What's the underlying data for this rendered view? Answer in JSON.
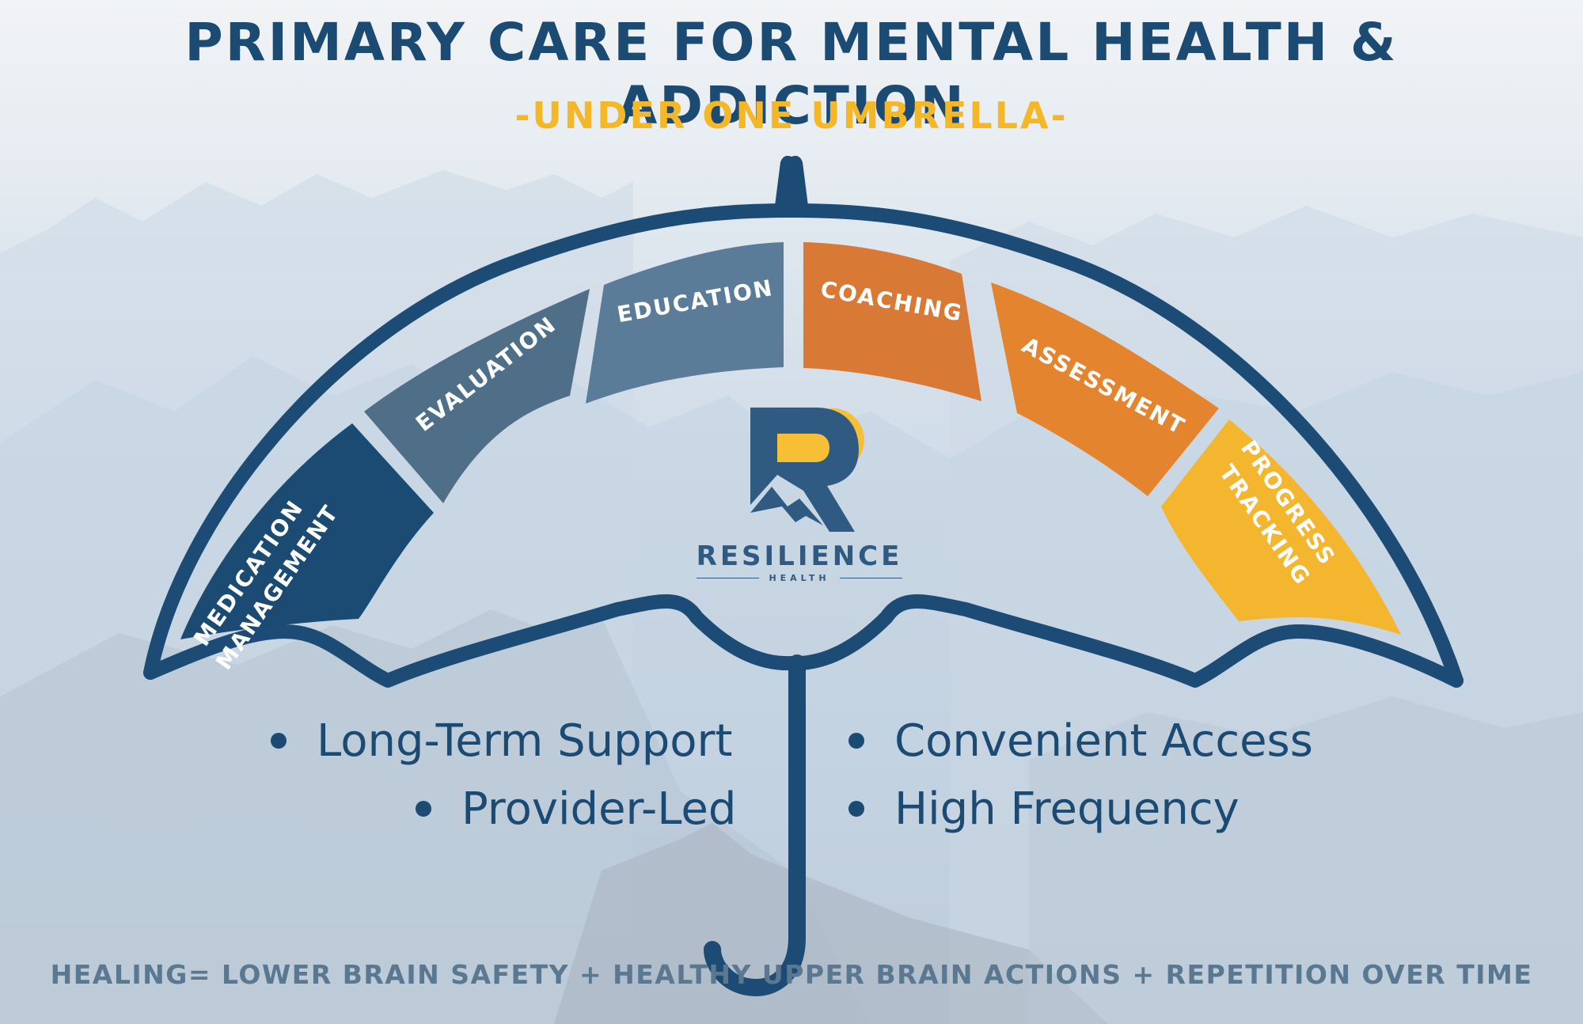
{
  "header": {
    "title": "PRIMARY CARE FOR MENTAL HEALTH & ADDICTION",
    "subtitle": "-UNDER ONE UMBRELLA-"
  },
  "umbrella": {
    "segments": [
      {
        "label_line1": "MEDICATION",
        "label_line2": "MANAGEMENT",
        "color": "#1b4a73"
      },
      {
        "label_line1": "EVALUATION",
        "color": "#4f6f89"
      },
      {
        "label_line1": "EDUCATION",
        "color": "#5b7c98"
      },
      {
        "label_line1": "COACHING",
        "color": "#d87a35"
      },
      {
        "label_line1": "ASSESSMENT",
        "color": "#e5842f"
      },
      {
        "label_line1": "PROGRESS",
        "label_line2": "TRACKING",
        "color": "#f4b62f"
      }
    ],
    "outline_color": "#1c4b75"
  },
  "logo": {
    "icon": "resilience-r-mountain-sun-logo",
    "name": "RESILIENCE",
    "tagline": "HEALTH",
    "colors": {
      "primary": "#2f5a82",
      "sun": "#f6bf35"
    }
  },
  "benefits": {
    "left": [
      "Long-Term Support",
      "Provider-Led"
    ],
    "right": [
      "Convenient Access",
      "High Frequency"
    ]
  },
  "footer": {
    "formula": "HEALING= LOWER BRAIN SAFETY + HEALTHY UPPER BRAIN ACTIONS + REPETITION OVER TIME"
  }
}
